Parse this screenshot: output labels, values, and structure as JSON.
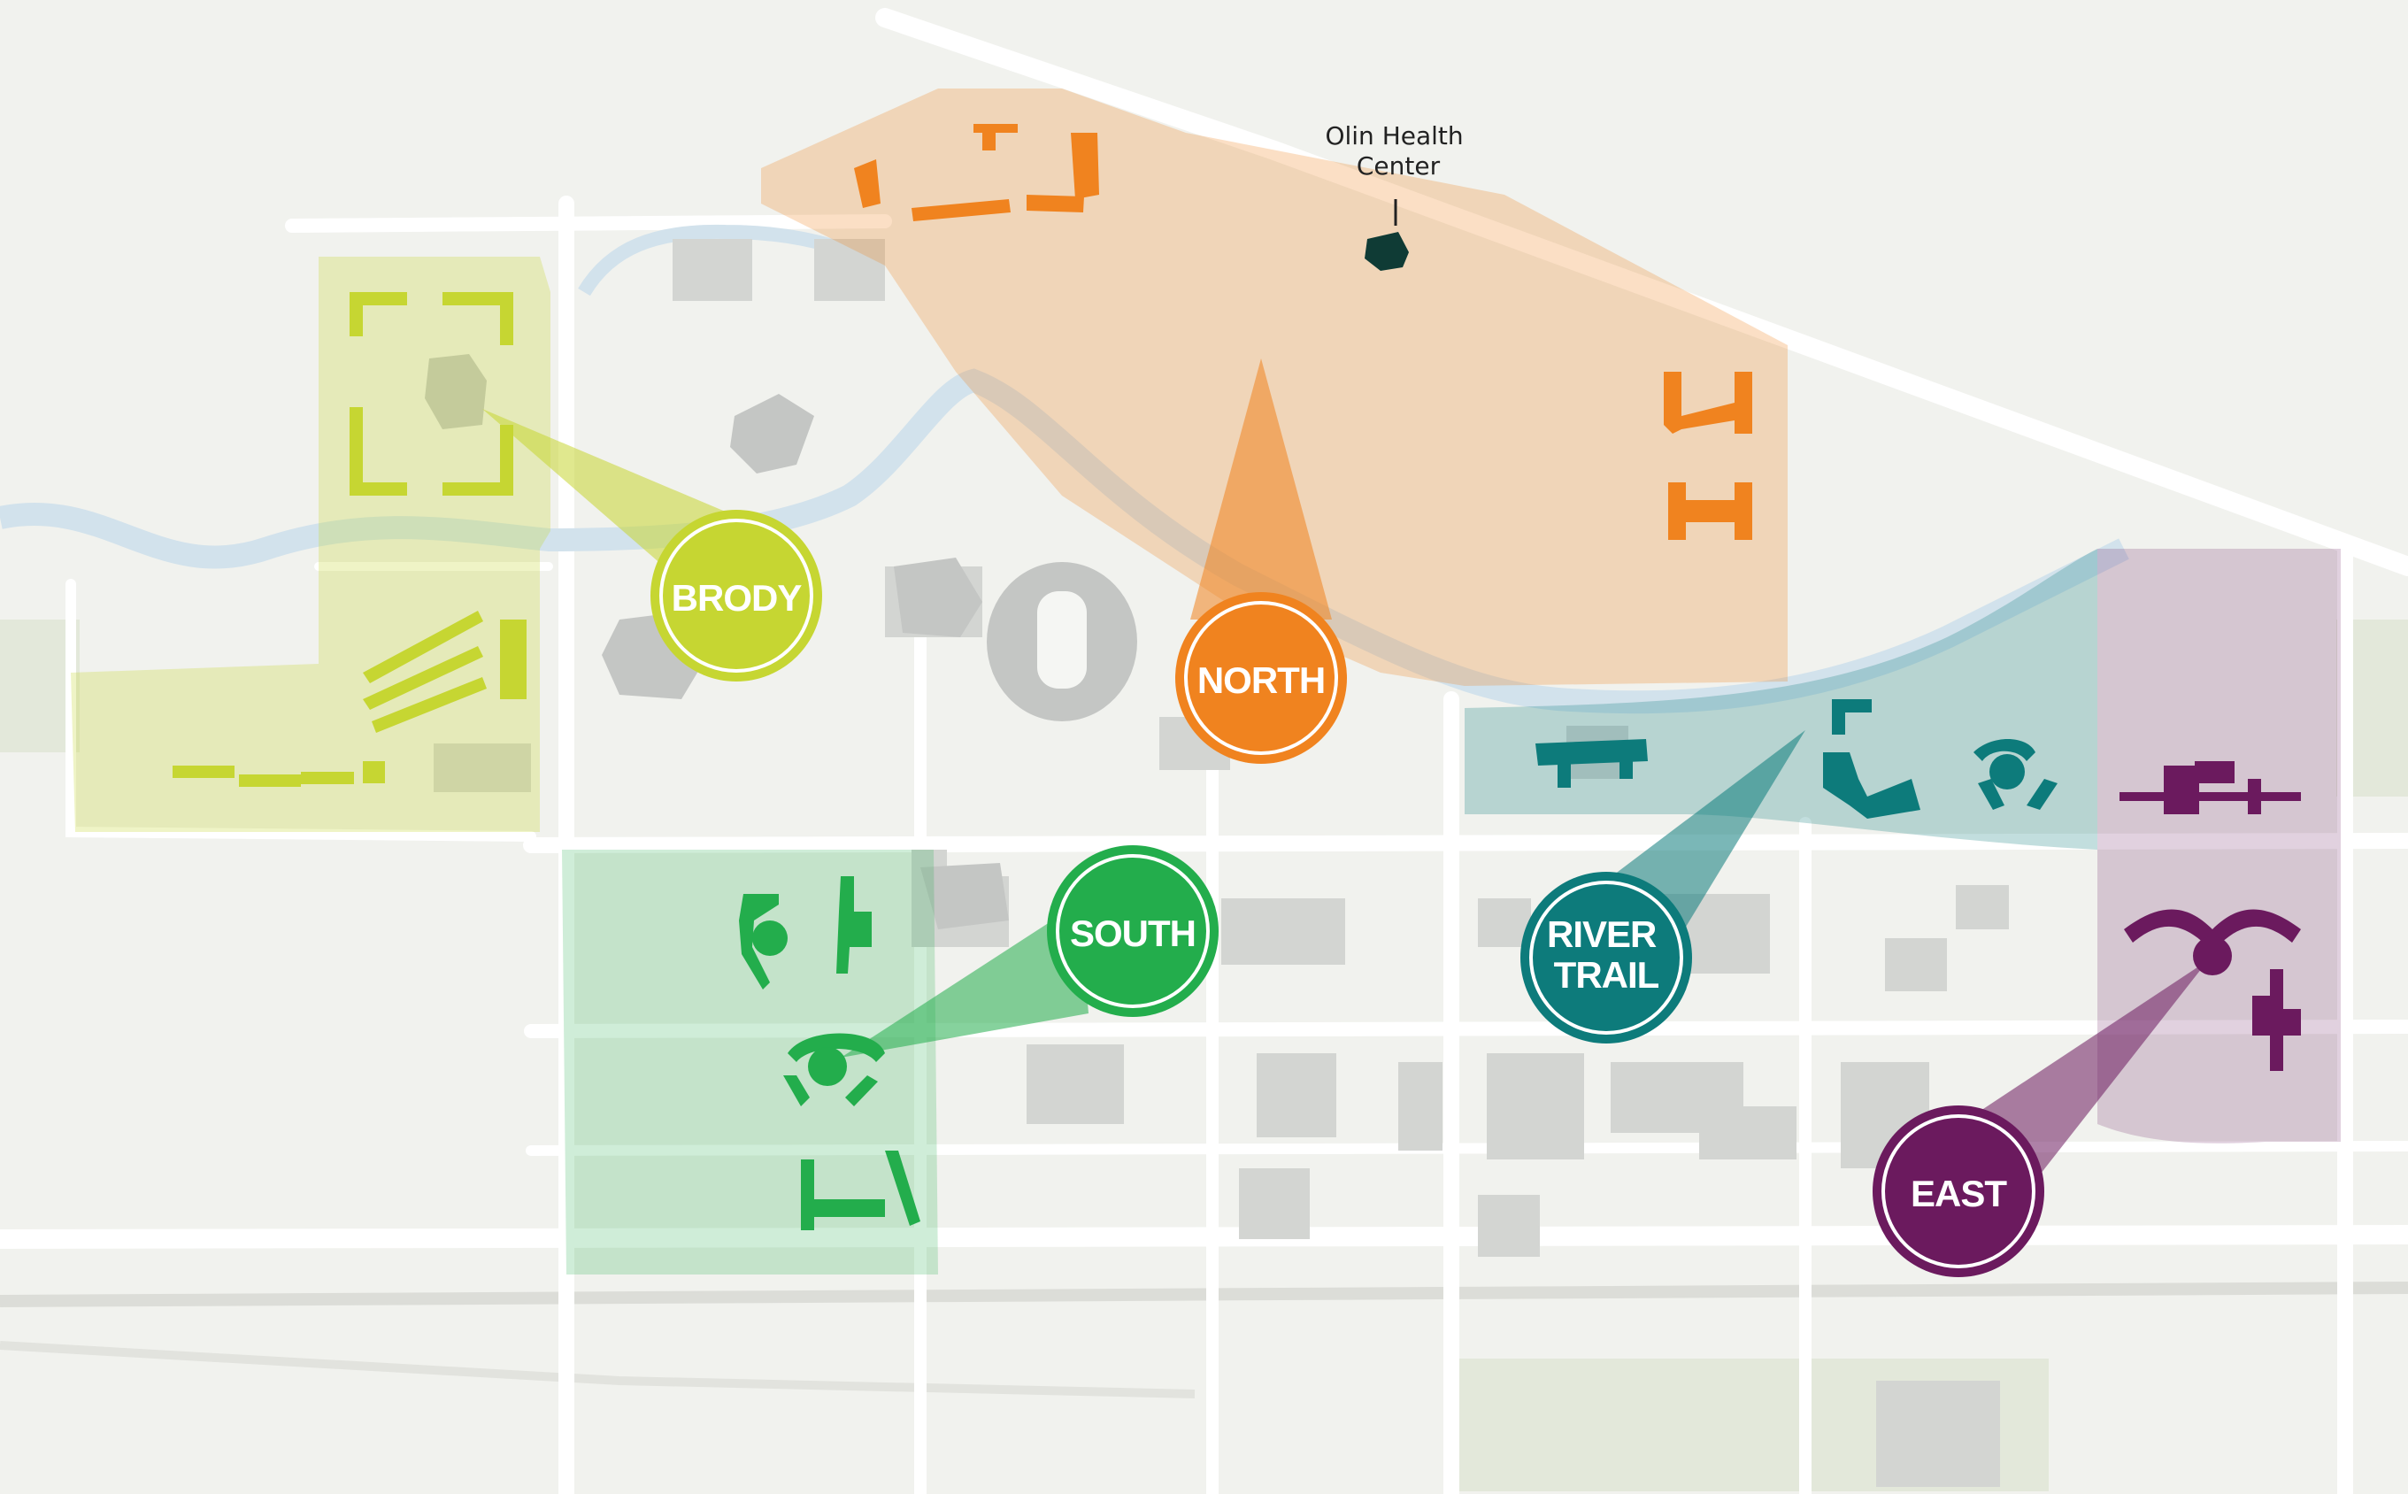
{
  "neighborhoods": [
    {
      "id": "brody",
      "lines": [
        "BRODY"
      ],
      "color": "#c6d632"
    },
    {
      "id": "north",
      "lines": [
        "NORTH"
      ],
      "color": "#f0831f"
    },
    {
      "id": "south",
      "lines": [
        "SOUTH"
      ],
      "color": "#23ad4c"
    },
    {
      "id": "river-trail",
      "lines": [
        "RIVER",
        "TRAIL"
      ],
      "color": "#0d7b7b"
    },
    {
      "id": "east",
      "lines": [
        "EAST"
      ],
      "color": "#6b1a5e"
    }
  ],
  "landmark": {
    "name": "Olin Health Center",
    "lines": [
      "Olin Health",
      "Center"
    ],
    "color": "#0f3b35"
  },
  "colors": {
    "background": "#f1f2ee",
    "roads": "#ffffff",
    "buildings": "#d3d5d2",
    "fields": "#e3e8da",
    "river": "#d2e2ec"
  }
}
